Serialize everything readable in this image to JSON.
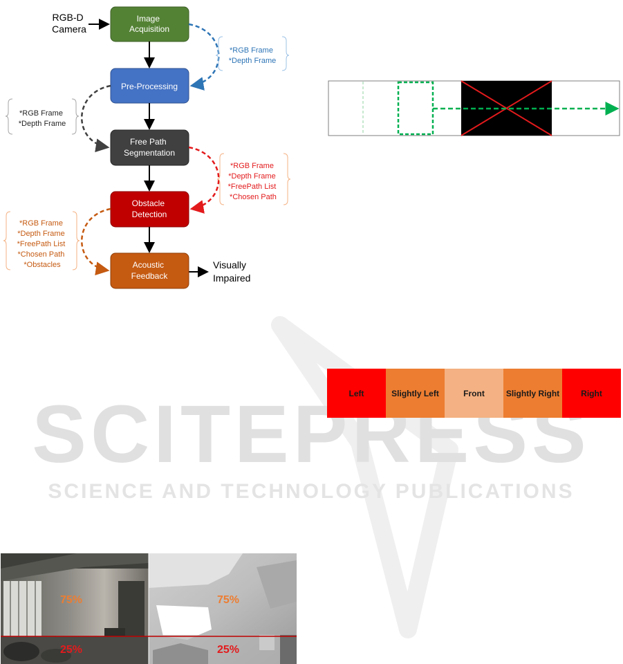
{
  "flowchart": {
    "input_label": [
      "RGB-D",
      "Camera"
    ],
    "output_label": [
      "Visually",
      "Impaired"
    ],
    "stages": [
      {
        "lines": [
          "Image",
          "Acquisition"
        ],
        "color": "#548235"
      },
      {
        "lines": [
          "Pre-Processing"
        ],
        "color": "#4472C4"
      },
      {
        "lines": [
          "Free Path",
          "Segmentation"
        ],
        "color": "#404040"
      },
      {
        "lines": [
          "Obstacle",
          "Detection"
        ],
        "color": "#C00000"
      },
      {
        "lines": [
          "Acoustic",
          "Feedback"
        ],
        "color": "#C55A11"
      }
    ],
    "annotations": [
      {
        "items": [
          "*RGB Frame",
          "*Depth Frame"
        ],
        "color": "#2E75B6"
      },
      {
        "items": [
          "*RGB Frame",
          "*Depth Frame"
        ],
        "color": "#404040"
      },
      {
        "items": [
          "*RGB Frame",
          "*Depth Frame",
          "*FreePath List",
          "*Chosen Path"
        ],
        "color": "#E31A1C"
      },
      {
        "items": [
          "*RGB Frame",
          "*Depth Frame",
          "*FreePath List",
          "*Chosen Path",
          "*Obstacles"
        ],
        "color": "#C55A11"
      }
    ]
  },
  "sliding_window": {
    "window_color": "#00B050",
    "obstacle_color": "#000000",
    "cross_color": "#E31A1C"
  },
  "direction_zones": [
    {
      "label": "Left",
      "color": "#FF0000"
    },
    {
      "label": "Slightly Left",
      "color": "#ED7D31"
    },
    {
      "label": "Front",
      "color": "#F4B183"
    },
    {
      "label": "Slightly Right",
      "color": "#ED7D31"
    },
    {
      "label": "Right",
      "color": "#FF0000"
    }
  ],
  "frame_split": {
    "upper_pct": "75%",
    "lower_pct": "25%",
    "upper_color": "#ED7D31",
    "lower_color": "#E31A1C"
  },
  "watermark": {
    "main": "SCITEPRESS",
    "sub": "SCIENCE AND TECHNOLOGY PUBLICATIONS"
  }
}
